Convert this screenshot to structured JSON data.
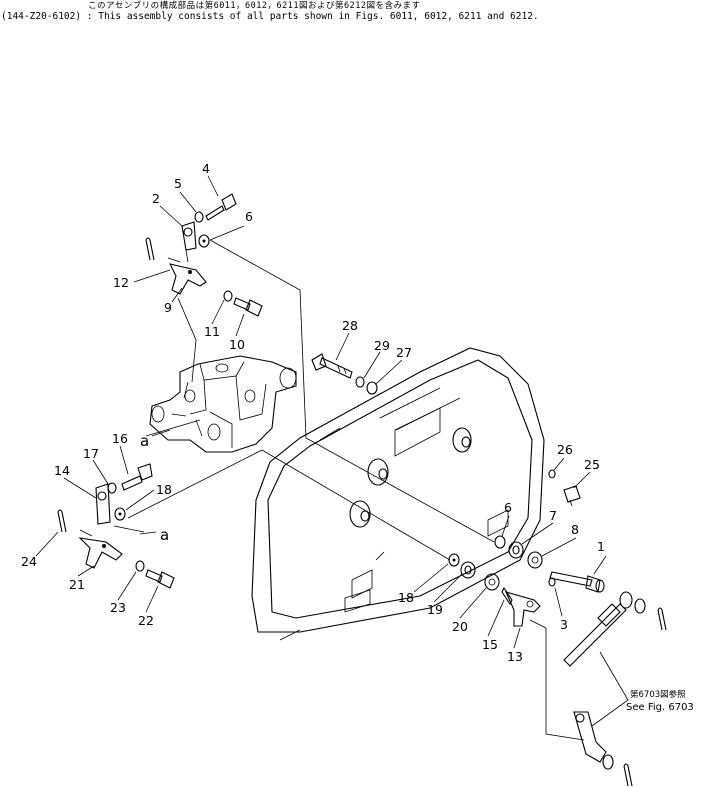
{
  "header": {
    "jp_note": "このアセンブリの構成部品は第6011，6012，6211図および第6212図を含みます",
    "en_note": "(144-Z20-6102) : This assembly consists of all parts shown in Figs. 6011, 6012, 6211 and 6212."
  },
  "callouts": [
    "1",
    "2",
    "3",
    "4",
    "5",
    "6",
    "6",
    "7",
    "8",
    "9",
    "10",
    "11",
    "12",
    "13",
    "14",
    "15",
    "16",
    "17",
    "18",
    "18",
    "19",
    "20",
    "21",
    "22",
    "23",
    "24",
    "25",
    "26",
    "27",
    "28",
    "29"
  ],
  "link_marks": [
    "a",
    "a"
  ],
  "reference": {
    "jp": "第6703図参照",
    "en": "See Fig. 6703"
  }
}
